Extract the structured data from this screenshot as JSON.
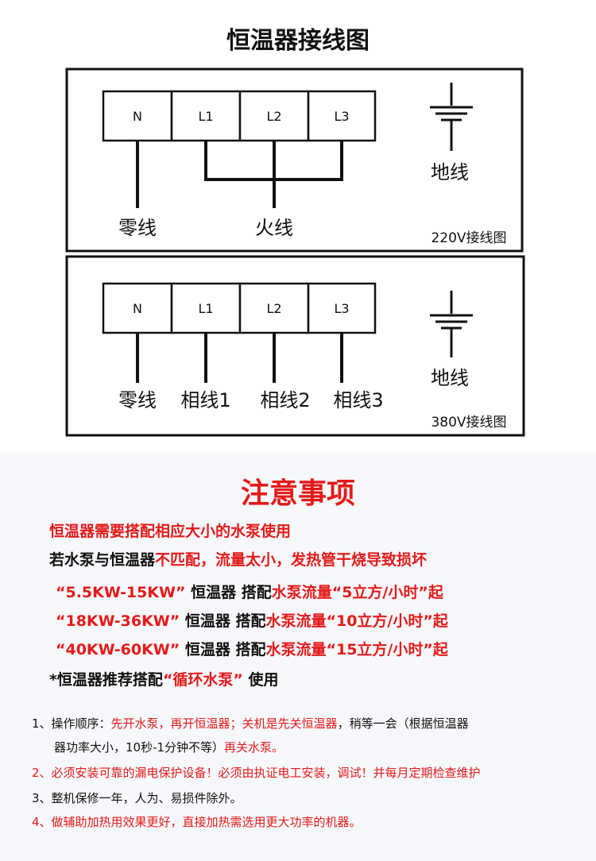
{
  "title": "恒温器接线图",
  "diagram_220": {
    "terminals": [
      "N",
      "L1",
      "L2",
      "L3"
    ],
    "ground_label": "地线",
    "neutral_label": "零线",
    "live_label": "火线",
    "caption": "220V接线图"
  },
  "diagram_380": {
    "terminals": [
      "N",
      "L1",
      "L2",
      "L3"
    ],
    "ground_label": "地线",
    "neutral_label": "零线",
    "phase_labels": [
      "相线1",
      "相线2",
      "相线3"
    ],
    "caption": "380V接线图"
  },
  "notice": {
    "title": "注意事项",
    "line1": "恒温器需要搭配相应大小的水泵使用",
    "line2_a": "若水泵与恒温器",
    "line2_b": "不匹配，流量太小，发热管干烧导致损坏",
    "spec1_a": "“5.5KW-15KW”",
    "spec1_b": "恒温器 搭配",
    "spec1_c": "水泵流量“5立方/小时”",
    "spec1_d": "起",
    "spec2_a": "“18KW-36KW”",
    "spec2_b": "恒温器  搭配",
    "spec2_c": "水泵流量“10立方/小时”",
    "spec2_d": "起",
    "spec3_a": "“40KW-60KW”",
    "spec3_b": "恒温器  搭配",
    "spec3_c": "水泵流量“15立方/小时”",
    "spec3_d": "起",
    "rec_a": "*恒温器推荐搭配",
    "rec_b": "“循环水泵”",
    "rec_c": "使用"
  },
  "instructions": {
    "item1_a": "1、操作顺序：",
    "item1_b": "先开水泵，再开恒温器；关机是先关恒温器",
    "item1_c": "，稍等一会（根据恒温器",
    "item1_d": "器功率大小，10秒-1分钟不等）",
    "item1_e": "再关水泵。",
    "item2": "2、必须安装可靠的漏电保护设备！必须由执证电工安装，调试！并每月定期检查维护",
    "item3": "3、整机保修一年，人为、易损件除外。",
    "item4": "4、做辅助加热用效果更好，直接加热需选用更大功率的机器。"
  },
  "colors": {
    "red": "#e41a1a",
    "black": "#111111"
  }
}
